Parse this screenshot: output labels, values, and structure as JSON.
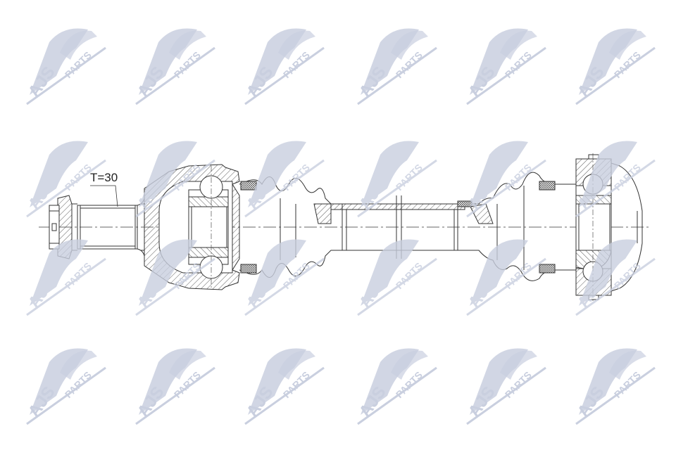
{
  "drawing": {
    "subject": "drive shaft (CV axle) cross-section",
    "annotation": "T=30",
    "line_color": "#333333",
    "background": "#ffffff"
  },
  "watermark": {
    "brand_text": "AJS",
    "sub_text": "PARTS",
    "color": "#c9cfdf",
    "columns_x": [
      30,
      185,
      340,
      500,
      655,
      810
    ],
    "rows_y": [
      30,
      190,
      330,
      485
    ]
  }
}
